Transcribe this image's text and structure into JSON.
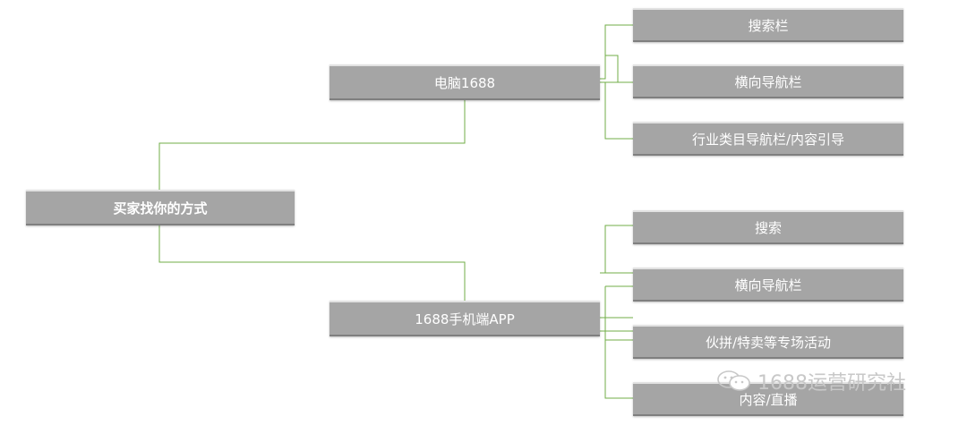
{
  "root": {
    "label": "买家找你的方式"
  },
  "branches": [
    {
      "label": "电脑1688",
      "children": [
        "搜索栏",
        "横向导航栏",
        "行业类目导航栏/内容引导"
      ]
    },
    {
      "label": "1688手机端APP",
      "children": [
        "搜索",
        "横向导航栏",
        "伙拼/特卖等专场活动",
        "内容/直播"
      ]
    }
  ],
  "watermark": {
    "text": "1688运营研究社",
    "icon": "wechat-icon"
  },
  "colors": {
    "node_fill": "#a5a5a5",
    "node_text": "#ffffff",
    "connector": "#70ad47"
  }
}
